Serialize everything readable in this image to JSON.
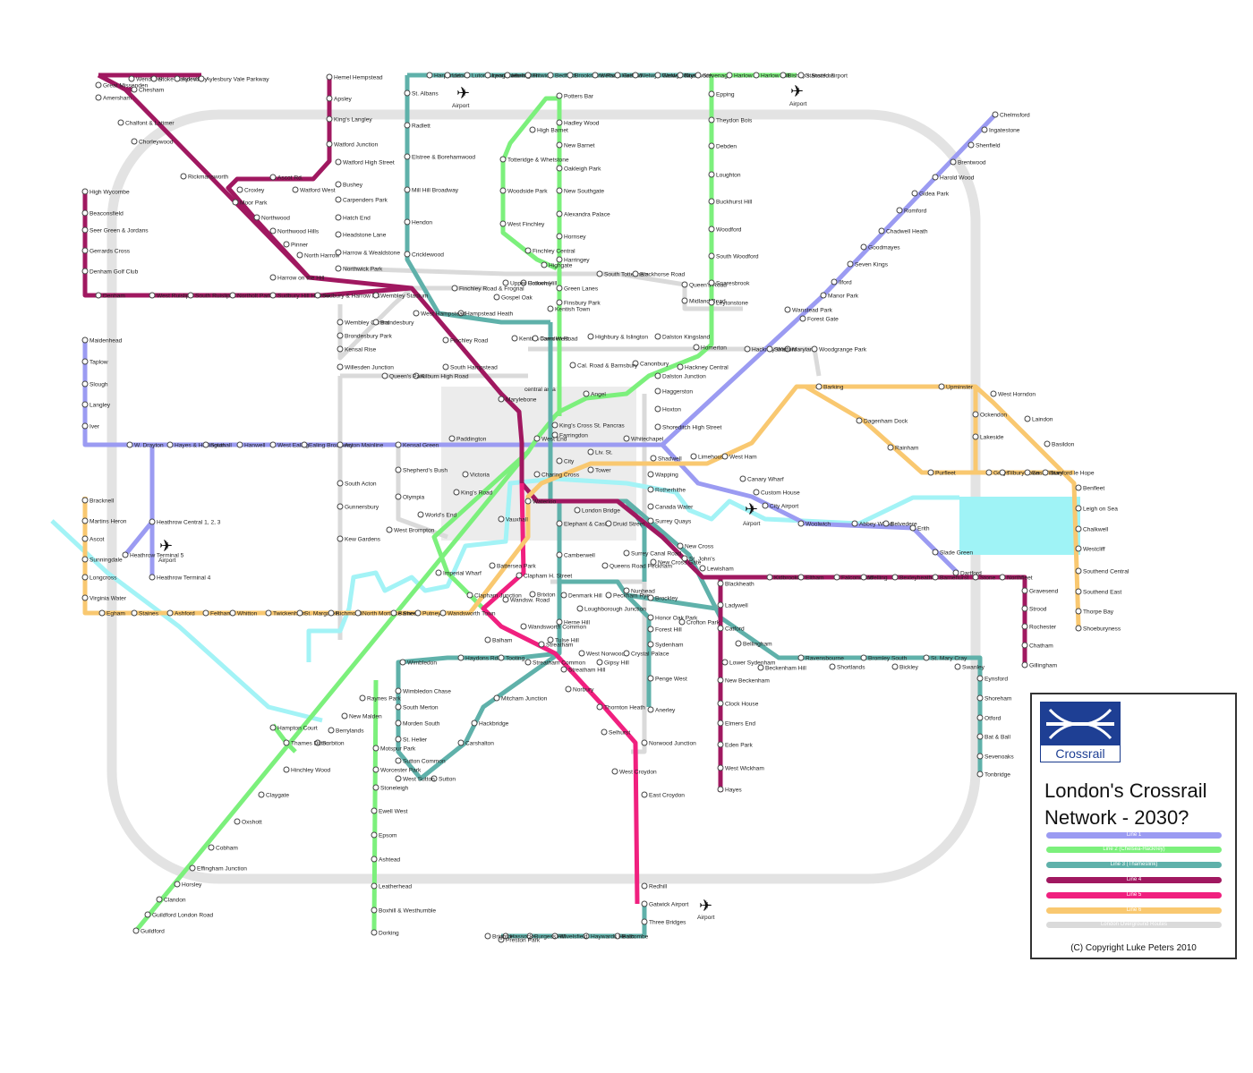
{
  "title": "London's Crossrail Network - 2030?",
  "title_lines": [
    "London's Crossrail",
    "Network - 2030?"
  ],
  "logo": {
    "text": "Crossrail",
    "icon": "crossrail-roundel-icon"
  },
  "copyright": "(C) Copyright Luke Peters 2010",
  "central_area_label": "central area",
  "airport_label": "Airport",
  "colors": {
    "line1": "#9b9bf2",
    "line2": "#7cf07c",
    "line3": "#5fb1aa",
    "line4": "#a01860",
    "line5": "#f0207f",
    "line6": "#f9c870",
    "overground": "#dadada",
    "aqua": "#a3f3f6",
    "ring": "#e3e3e3"
  },
  "legend": [
    {
      "label": "Line 1",
      "color": "#9b9bf2"
    },
    {
      "label": "Line 2 (Chelsea-Hackney)",
      "color": "#7cf07c"
    },
    {
      "label": "Line 3 (Thameslink)",
      "color": "#5fb1aa"
    },
    {
      "label": "Line 4",
      "color": "#a01860"
    },
    {
      "label": "Line 5",
      "color": "#f0207f"
    },
    {
      "label": "Line 6",
      "color": "#f9c870"
    },
    {
      "label": "London Overground Routes",
      "color": "#dadada"
    }
  ],
  "stations": [
    "Wendover",
    "Stoke Mandeville",
    "Aylesbury",
    "Aylesbury Vale Parkway",
    "Great Missenden",
    "Amersham",
    "Chesham",
    "Chalfont & Latimer",
    "Chorleywood",
    "Rickmansworth",
    "Croxley",
    "Moor Park",
    "Northwood",
    "Northwood Hills",
    "Pinner",
    "North Harrow",
    "Harrow on the Hill",
    "Hemel Hempstead",
    "Apsley",
    "King's Langley",
    "Watford Junction",
    "Watford High Street",
    "Watford West",
    "Ascot Rd.",
    "Bushey",
    "Carpenders Park",
    "Hatch End",
    "Headstone Lane",
    "Harrow & Wealdstone",
    "Northwick Park",
    "High Wycombe",
    "Beaconsfield",
    "Seer Green & Jordans",
    "Gerrards Cross",
    "Denham Golf Club",
    "Denham",
    "West Ruislip",
    "South Ruislip",
    "Northolt Park",
    "Sudbury Hill Harrow",
    "Sudbury & Harrow Rd.",
    "Wembley Stadium",
    "Wembley Central",
    "Brondesbury",
    "Brondesbury Park",
    "Kensal Rise",
    "Willesden Junction",
    "Harpenden",
    "Luton",
    "Luton Airport Parkway",
    "Leagrave",
    "Harlington",
    "Flitwick",
    "Bedford",
    "Brookmans Park",
    "Welham Green",
    "Hatfield",
    "Welwyn Garden City",
    "Welwyn North",
    "Knebworth",
    "Stevenage",
    "St. Albans",
    "Radlett",
    "Elstree & Borehamwood",
    "Mill Hill Broadway",
    "Hendon",
    "Cricklewood",
    "Potters Bar",
    "Hadley Wood",
    "New Barnet",
    "Oakleigh Park",
    "New Southgate",
    "Alexandra Palace",
    "Hornsey",
    "Harringey",
    "High Barnet",
    "Totteridge & Whetstone",
    "Woodside Park",
    "West Finchley",
    "Finchley Central",
    "Highgate",
    "Crouch Hill",
    "Upper Holloway",
    "Gospel Oak",
    "Kentish Town",
    "Kentish Town West",
    "Camden Road",
    "Finchley Road & Frognal",
    "Hampstead Heath",
    "West Hampstead",
    "Finchley Road",
    "South Hampstead",
    "Kilburn High Road",
    "Queen's Park",
    "Green Lanes",
    "Finsbury Park",
    "South Tottenham",
    "Blackhorse Road",
    "Queen's Road",
    "Midland Road",
    "Harlow",
    "Harlow Mill",
    "Bishop's Stortford",
    "Stansted Airport",
    "Epping",
    "Theydon Bois",
    "Debden",
    "Loughton",
    "Buckhurst Hill",
    "Woodford",
    "South Woodford",
    "Snaresbrook",
    "Leytonstone",
    "Wanstead Park",
    "Forest Gate",
    "Manor Park",
    "Ilford",
    "Seven Kings",
    "Goodmayes",
    "Chadwell Heath",
    "Romford",
    "Gidea Park",
    "Harold Wood",
    "Brentwood",
    "Shenfield",
    "Ingatestone",
    "Chelmsford",
    "Hackney Wick",
    "Maryland",
    "Stratford",
    "Woodgrange Park",
    "Barking",
    "Upminster",
    "West Horndon",
    "Laindon",
    "Basildon",
    "Ockendon",
    "Lakeside",
    "Dagenham Dock",
    "Rainham",
    "Purfleet",
    "Grays",
    "Tilbury Town",
    "East Tilbury",
    "Stanford le Hope",
    "Benfleet",
    "Leigh on Sea",
    "Chalkwell",
    "Westcliff",
    "Southend Central",
    "Southend East",
    "Thorpe Bay",
    "Shoeburyness",
    "Maidenhead",
    "Taplow",
    "Slough",
    "Langley",
    "Iver",
    "W. Drayton",
    "Hayes & Harlington",
    "Southall",
    "Hanwell",
    "West Ealing",
    "Ealing Broadway",
    "Acton Mainline",
    "Kensal Green",
    "Paddington",
    "West End",
    "Farringdon",
    "Whitechapel",
    "Shadwell",
    "Limehouse",
    "West Ham",
    "Canary Wharf",
    "Custom House",
    "City Airport",
    "Woolwich",
    "Abbey Wood",
    "Belvedere",
    "Erith",
    "Slade Green",
    "Dartford",
    "Heathrow Central 1, 2, 3",
    "Heathrow Terminal 5",
    "Heathrow Terminal 4",
    "Bracknell",
    "Martins Heron",
    "Ascot",
    "Sunningdale",
    "Longcross",
    "Virginia Water",
    "Egham",
    "Staines",
    "Ashford",
    "Feltham",
    "Whitton",
    "Twickenham",
    "St. Margarets",
    "Richmond",
    "North Mortlake Sheen",
    "Barnes",
    "Putney",
    "Wandsworth Town",
    "Clapham Junction",
    "Highbury & Islington",
    "Dalston Kingsland",
    "Homerton",
    "Hackney Central",
    "Dalston Junction",
    "Haggerston",
    "Hoxton",
    "Shoreditch High Street",
    "Canonbury",
    "Cal. Road & Barnsbury",
    "Angel",
    "King's Cross St. Pancras",
    "Marylebone",
    "City",
    "Liv. St.",
    "Tower",
    "Charing Cross",
    "Victoria",
    "Waterloo",
    "London Bridge",
    "Elephant & Castle",
    "Druid Street",
    "Vauxhall",
    "King's Road",
    "Shepherd's Bush",
    "Olympia",
    "World's End",
    "West Brompton",
    "South Acton",
    "Gunnersbury",
    "Kew Gardens",
    "Imperial Wharf",
    "Battersea Park",
    "Clapham H. Street",
    "Brixton",
    "Wandsw. Road",
    "Denmark Hill",
    "Peckham Rye",
    "Loughborough Junction",
    "Nunhead",
    "Queens Road Peckham",
    "Surrey Canal Road",
    "Wapping",
    "Rotherhithe",
    "Canada Water",
    "Surrey Quays",
    "New Cross",
    "New Cross Gate",
    "St. John's",
    "Lewisham",
    "Blackheath",
    "Kidbrooke",
    "Eltham",
    "Falconwood",
    "Welling",
    "Bexleyheath",
    "Barnehurst",
    "Stone",
    "Northfleet",
    "Gravesend",
    "Strood",
    "Rochester",
    "Chatham",
    "Gillingham",
    "Ladywell",
    "Catford",
    "Bellingham",
    "Lower Sydenham",
    "New Beckenham",
    "Clock House",
    "Elmers End",
    "Eden Park",
    "West Wickham",
    "Hayes",
    "Beckenham Hill",
    "Ravensbourne",
    "Shortlands",
    "Bromley South",
    "Bickley",
    "St. Mary Cray",
    "Swanley",
    "Eynsford",
    "Shoreham",
    "Otford",
    "Bat & Ball",
    "Sevenoaks",
    "Tonbridge",
    "Camberwell",
    "Herne Hill",
    "Tulse Hill",
    "Wandsworth Common",
    "Balham",
    "Tooting",
    "Haydons Rd.",
    "Wimbledon",
    "Streatham",
    "West Norwood",
    "Gipsy Hill",
    "Crystal Palace",
    "Streatham Common",
    "Streatham Hill",
    "Norbury",
    "Thornton Heath",
    "Selhurst",
    "Norwood Junction",
    "West Croydon",
    "East Croydon",
    "Redhill",
    "Gatwick Airport",
    "Three Bridges",
    "Balcombe",
    "Haywards Heath",
    "Wivelsfield",
    "Burgess Hill",
    "Hassocks",
    "Preston Park",
    "Brighton",
    "Brockley",
    "Honor Oak Park",
    "Forest Hill",
    "Crofton Park",
    "Sydenham",
    "Penge West",
    "Anerley",
    "Mitcham Junction",
    "Hackbridge",
    "Carshalton",
    "Sutton",
    "West Sutton",
    "Sutton Common",
    "St. Helier",
    "Morden South",
    "South Merton",
    "Wimbledon Chase",
    "Raynes Park",
    "New Malden",
    "Berrylands",
    "Surbiton",
    "Hampton Court",
    "Thames Ditton",
    "Hinchley Wood",
    "Motspur Park",
    "Worcester Park",
    "Stoneleigh",
    "Ewell West",
    "Epsom",
    "Ashtead",
    "Leatherhead",
    "Boxhill & Westhumble",
    "Dorking",
    "Claygate",
    "Oxshott",
    "Cobham",
    "Effingham Junction",
    "Horsley",
    "Clandon",
    "Guildford London Road",
    "Guildford"
  ]
}
